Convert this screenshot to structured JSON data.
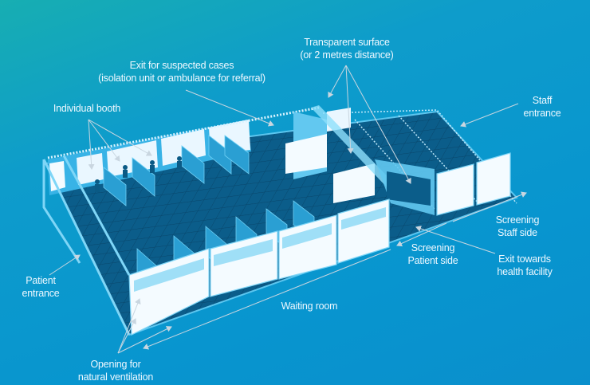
{
  "title": "Screening facility layout",
  "labels": {
    "transparent_surface": [
      "Transparent surface",
      "(or 2 metres distance)"
    ],
    "exit_suspected": [
      "Exit for suspected cases",
      "(isolation unit or ambulance for referral)"
    ],
    "individual_booth": [
      "Individual booth"
    ],
    "staff_entrance": [
      "Staff",
      "entrance"
    ],
    "screening_staff": [
      "Screening",
      "Staff side"
    ],
    "screening_patient": [
      "Screening",
      "Patient side"
    ],
    "exit_health": [
      "Exit towards",
      "health facility"
    ],
    "patient_entrance": [
      "Patient",
      "entrance"
    ],
    "waiting_room": [
      "Waiting room"
    ],
    "opening_ventilation": [
      "Opening for",
      "natural ventilation"
    ]
  },
  "colors": {
    "background": "#0895cf",
    "floor": "#0a5f8c",
    "wall": "#f4fbff",
    "frame": "#7fd6f7",
    "label": "#eef8ff",
    "arrow": "#c9d6e0"
  }
}
